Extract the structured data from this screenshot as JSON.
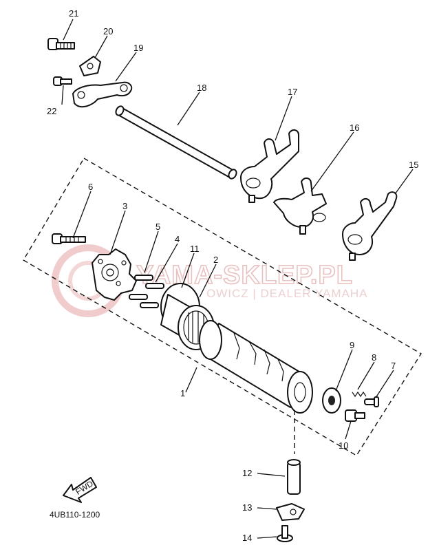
{
  "diagram": {
    "callouts": [
      {
        "id": "21",
        "text": "21"
      },
      {
        "id": "20",
        "text": "20"
      },
      {
        "id": "19",
        "text": "19"
      },
      {
        "id": "22",
        "text": "22"
      },
      {
        "id": "18",
        "text": "18"
      },
      {
        "id": "17",
        "text": "17"
      },
      {
        "id": "16",
        "text": "16"
      },
      {
        "id": "15",
        "text": "15"
      },
      {
        "id": "6",
        "text": "6"
      },
      {
        "id": "3",
        "text": "3"
      },
      {
        "id": "5",
        "text": "5"
      },
      {
        "id": "4",
        "text": "4"
      },
      {
        "id": "11",
        "text": "11"
      },
      {
        "id": "2",
        "text": "2"
      },
      {
        "id": "9",
        "text": "9"
      },
      {
        "id": "8",
        "text": "8"
      },
      {
        "id": "7",
        "text": "7"
      },
      {
        "id": "1",
        "text": "1"
      },
      {
        "id": "10",
        "text": "10"
      },
      {
        "id": "12",
        "text": "12"
      },
      {
        "id": "13",
        "text": "13"
      },
      {
        "id": "14",
        "text": "14"
      }
    ],
    "fwd_arrow_text": "FWD",
    "diagram_code": "4UB110-1200"
  },
  "watermark": {
    "main": "YAMA-SKLEP.PL",
    "sub": "OWICZ | DEALER YAMAHA",
    "color": "#e9c1c1"
  }
}
